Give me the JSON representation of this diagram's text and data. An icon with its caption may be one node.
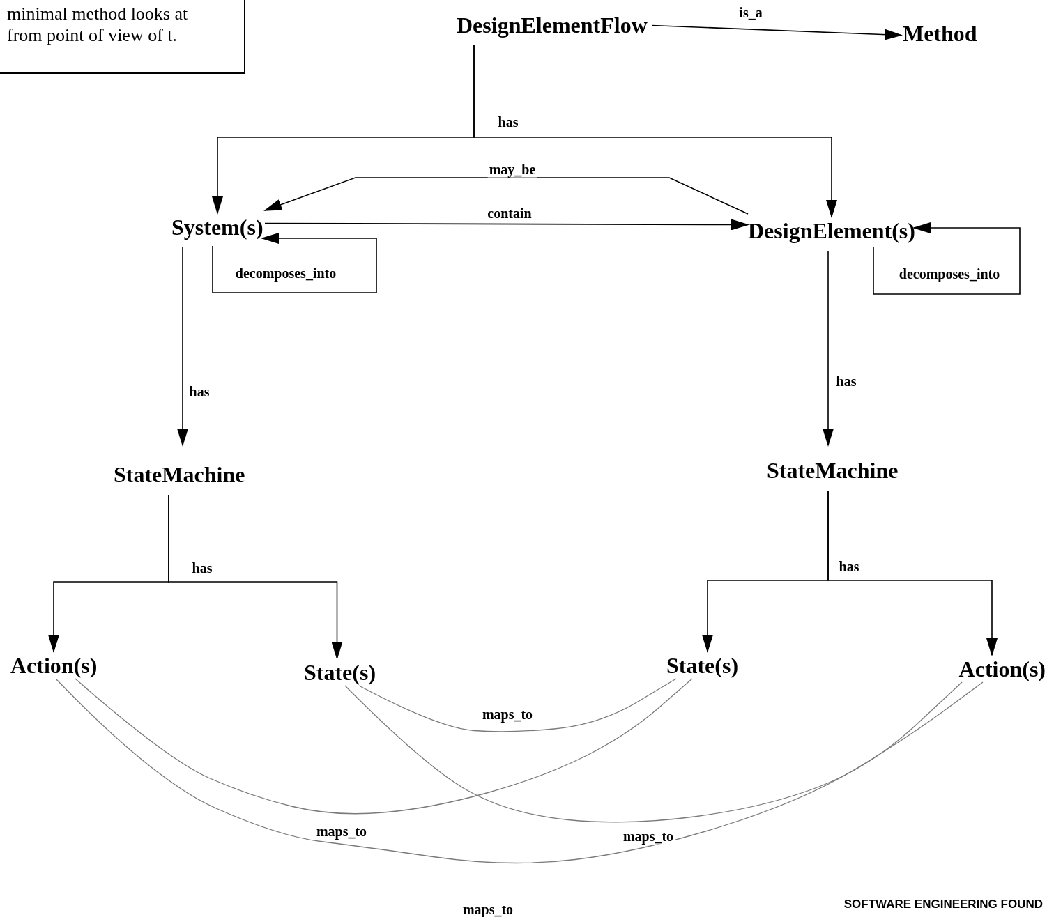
{
  "diagram": {
    "nodes": [
      {
        "text": [
          "minimal method looks at from point of view of t."
        ]
      },
      {
        "text": [
          "DesignElementFlow"
        ]
      },
      {
        "text": [
          "Method"
        ]
      },
      {
        "text": [
          "System(s)"
        ]
      },
      {
        "text": [
          "DesignElement(s)"
        ]
      },
      {
        "text": [
          "StateMachine"
        ]
      },
      {
        "text": [
          "StateMachine"
        ]
      },
      {
        "text": [
          "Action(s)"
        ]
      },
      {
        "text": [
          "State(s)"
        ]
      },
      {
        "text": [
          "State(s)"
        ]
      },
      {
        "text": [
          "Action(s)"
        ]
      }
    ],
    "edges": [
      {
        "from": 1,
        "to": 2,
        "arrow": "to",
        "label": "is_a"
      },
      {
        "from": 1,
        "to": 3,
        "arrow": "to",
        "label": "has"
      },
      {
        "from": 1,
        "to": 4,
        "arrow": "to"
      },
      {
        "from": 4,
        "to": 3,
        "arrow": "to",
        "label": "may_be"
      },
      {
        "from": 3,
        "to": 4,
        "arrow": "to",
        "label": "contain"
      },
      {
        "from": 3,
        "to": 3,
        "arrow": "to",
        "label": "decomposes_into"
      },
      {
        "from": 4,
        "to": 4,
        "arrow": "to",
        "label": "decomposes_into"
      },
      {
        "from": 3,
        "to": 5,
        "arrow": "to",
        "label": "has"
      },
      {
        "from": 4,
        "to": 6,
        "arrow": "to",
        "label": "has"
      },
      {
        "from": 5,
        "to": 7,
        "arrow": "to",
        "label": "has"
      },
      {
        "from": 5,
        "to": 8,
        "arrow": "to"
      },
      {
        "from": 6,
        "to": 9,
        "arrow": "to",
        "label": "has"
      },
      {
        "from": 6,
        "to": 10,
        "arrow": "to"
      },
      {
        "from": 8,
        "to": 9,
        "arrow": "none",
        "label": "maps_to",
        "color": "#7a7a7a"
      },
      {
        "from": 7,
        "to": 9,
        "arrow": "none",
        "label": "maps_to",
        "color": "#7a7a7a"
      },
      {
        "from": 8,
        "to": 10,
        "arrow": "none",
        "label": "maps_to",
        "color": "#7a7a7a"
      },
      {
        "from": 7,
        "to": 10,
        "arrow": "none",
        "label": "maps_to",
        "color": "#7a7a7a"
      }
    ],
    "labels": [
      "SOFTWARE ENGINEERING FOUND"
    ]
  }
}
